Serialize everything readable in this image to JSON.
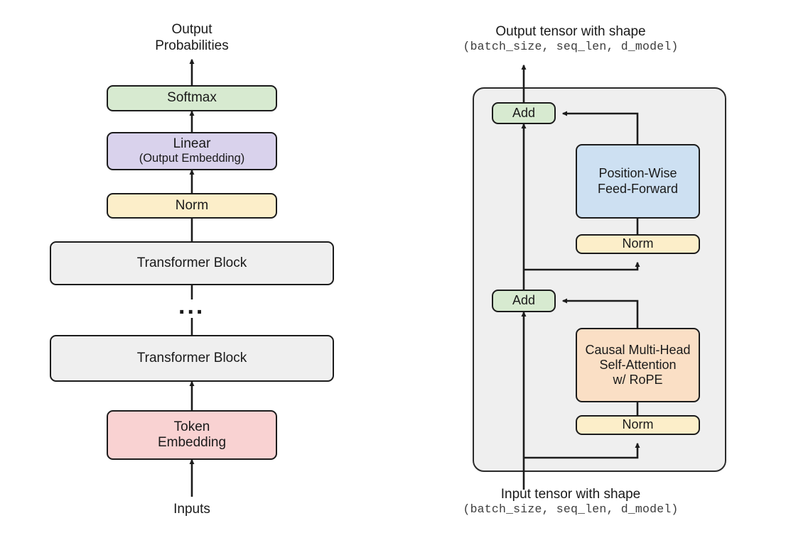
{
  "diagram": {
    "title": "Transformer architecture overview and Transformer Block detail",
    "colors": {
      "softmax": "#d7ead0",
      "linear": "#d9d2ec",
      "norm": "#fceec9",
      "transformer_block": "#efefef",
      "token_embedding": "#f9d2d2",
      "add": "#d7ead0",
      "feed_forward": "#cde0f2",
      "attention": "#fadfc5",
      "container": "#efefef",
      "stroke": "#1c1c1c",
      "text": "#1a1a1a",
      "mono_text": "#3c3c3c"
    },
    "left_stack": {
      "top_label": {
        "line1": "Output",
        "line2": "Probabilities"
      },
      "bottom_label": "Inputs",
      "ellipsis": "...",
      "nodes": [
        {
          "id": "softmax",
          "label": "Softmax",
          "sublabel": "",
          "fill": "#d7ead0"
        },
        {
          "id": "linear",
          "label": "Linear",
          "sublabel": "(Output Embedding)",
          "fill": "#d9d2ec"
        },
        {
          "id": "norm",
          "label": "Norm",
          "sublabel": "",
          "fill": "#fceec9"
        },
        {
          "id": "block-top",
          "label": "Transformer Block",
          "sublabel": "",
          "fill": "#efefef"
        },
        {
          "id": "block-bottom",
          "label": "Transformer Block",
          "sublabel": "",
          "fill": "#efefef"
        },
        {
          "id": "token-embedding",
          "label": "Token",
          "sublabel": "Embedding",
          "fill": "#f9d2d2"
        }
      ]
    },
    "right_block": {
      "top_label": {
        "line1": "Output tensor with shape",
        "line2": "(batch_size, seq_len, d_model)"
      },
      "bottom_label": {
        "line1": "Input tensor with shape",
        "line2": "(batch_size, seq_len, d_model)"
      },
      "nodes": [
        {
          "id": "add-ffn",
          "label": "Add",
          "sublabel": "",
          "fill": "#d7ead0"
        },
        {
          "id": "feed-forward",
          "label": "Position-Wise",
          "sublabel": "Feed-Forward",
          "fill": "#cde0f2"
        },
        {
          "id": "norm-ffn",
          "label": "Norm",
          "sublabel": "",
          "fill": "#fceec9"
        },
        {
          "id": "add-attn",
          "label": "Add",
          "sublabel": "",
          "fill": "#d7ead0"
        },
        {
          "id": "attention",
          "label": "Causal Multi-Head",
          "sublabel2": "Self-Attention",
          "sublabel3": "w/ RoPE",
          "fill": "#fadfc5"
        },
        {
          "id": "norm-attn",
          "label": "Norm",
          "sublabel": "",
          "fill": "#fceec9"
        }
      ]
    }
  }
}
